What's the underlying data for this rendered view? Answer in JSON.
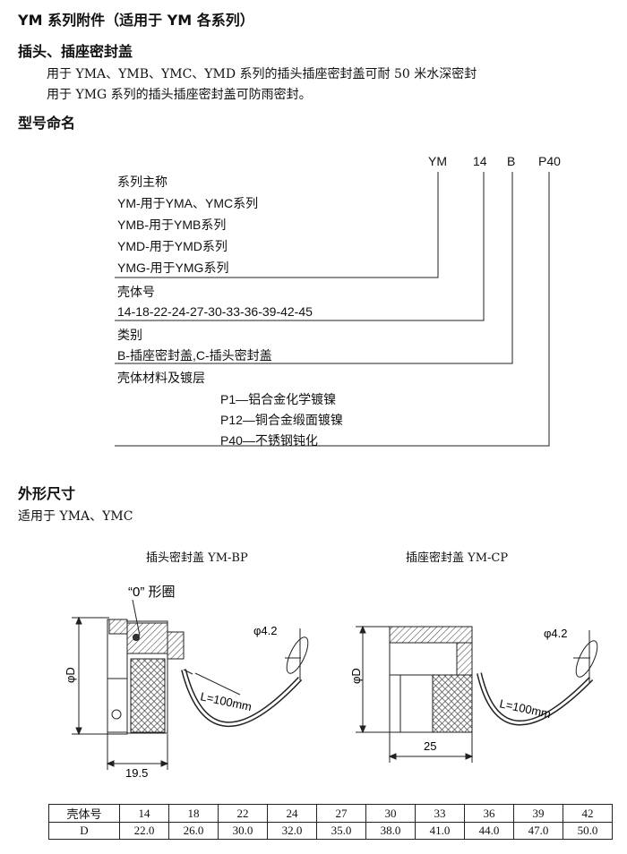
{
  "title": "YM 系列附件（适用于 YM 各系列）",
  "section1": {
    "heading": "插头、插座密封盖",
    "lines": [
      "用于 YMA、YMB、YMC、YMD 系列的插头插座密封盖可耐 50 米水深密封",
      "用于 YMG 系列的插头插座密封盖可防雨密封。"
    ]
  },
  "section2": {
    "heading": "型号命名",
    "code_parts": [
      "YM",
      "14",
      "B",
      "P40"
    ],
    "groups": [
      {
        "title": "系列主称",
        "items": [
          "YM-用于YMA、YMC系列",
          "YMB-用于YMB系列",
          "YMD-用于YMD系列",
          "YMG-用于YMG系列"
        ]
      },
      {
        "title": "壳体号",
        "items": [
          "14-18-22-24-27-30-33-36-39-42-45"
        ]
      },
      {
        "title": "类别",
        "items": [
          "B-插座密封盖,C-插头密封盖"
        ]
      },
      {
        "title": "壳体材料及镀层",
        "items": [
          "P1—铝合金化学镀镍",
          "P12—铜合金缎面镀镍",
          "P40—不锈钢钝化"
        ]
      }
    ]
  },
  "section3": {
    "heading": "外形尺寸",
    "applies": "适用于 YMA、YMC",
    "drawings": [
      {
        "caption": "插头密封盖 YM-BP",
        "o_ring": "“0” 形圈",
        "hole": "φ4.2",
        "length": "L=100mm",
        "dia": "φD",
        "width": "19.5"
      },
      {
        "caption": "插座密封盖 YM-CP",
        "hole": "φ4.2",
        "length": "L=100mm",
        "dia": "φD",
        "width": "25"
      }
    ]
  },
  "table": {
    "header_label": "壳体号",
    "row_label": "D",
    "shells": [
      "14",
      "18",
      "22",
      "24",
      "27",
      "30",
      "33",
      "36",
      "39",
      "42"
    ],
    "d_values": [
      "22.0",
      "26.0",
      "30.0",
      "32.0",
      "35.0",
      "38.0",
      "41.0",
      "44.0",
      "47.0",
      "50.0"
    ]
  }
}
